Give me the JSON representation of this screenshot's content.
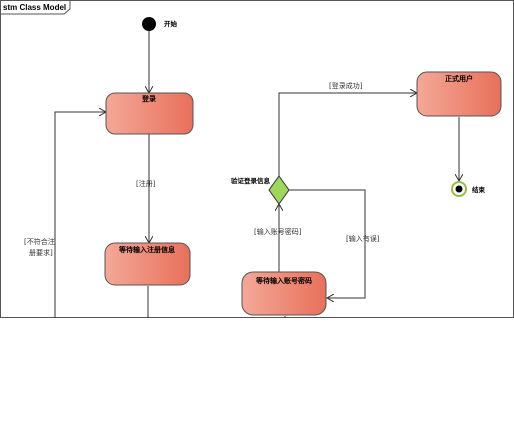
{
  "frame": {
    "title": "stm Class Model"
  },
  "initial": {
    "label": "开始"
  },
  "final": {
    "label": "结束"
  },
  "states": [
    {
      "id": "login",
      "label": "登录"
    },
    {
      "id": "input_register",
      "label": "等待输入注册信息"
    },
    {
      "id": "input_account",
      "label": "等待输入账号密码"
    },
    {
      "id": "legal_user",
      "label": "正式用户"
    }
  ],
  "decision": {
    "label": "验证登录信息"
  },
  "transitions": {
    "register": "[注册]",
    "not_eligible_line1": "[不符合注",
    "not_eligible_line2": "册要求]",
    "login_success": "[登录成功]",
    "input_account_pwd": "[输入账号密码]",
    "input_error": "[输入有误]"
  },
  "colors": {
    "state_fill_start": "#f4a898",
    "state_fill_end": "#e8705a",
    "decision_fill": "#9ed85a",
    "final_ring": "#90c040",
    "line": "#333333"
  }
}
